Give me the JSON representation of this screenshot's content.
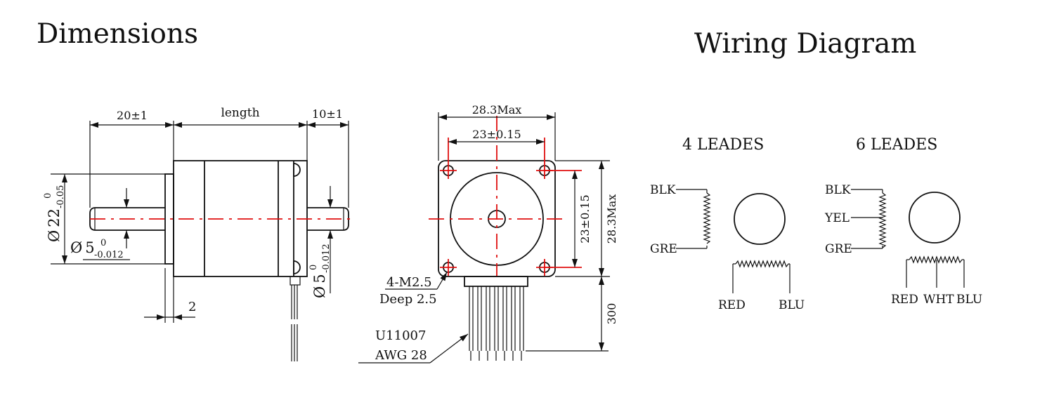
{
  "titles": {
    "dimensions": "Dimensions",
    "wiring": "Wiring Diagram"
  },
  "side_view": {
    "shaft_front": "20±1",
    "body_length": "length",
    "shaft_rear": "10±1",
    "body_diameter": "22",
    "body_diameter_tol_upper": "0",
    "body_diameter_tol_lower": "-0.05",
    "front_shaft_diameter": "5",
    "front_shaft_tol_upper": "0",
    "front_shaft_tol_lower": "-0.012",
    "rear_shaft_diameter": "5",
    "rear_shaft_tol_upper": "0",
    "rear_shaft_tol_lower": "-0.012",
    "flange_thickness": "2",
    "diameter_symbol": "Ø"
  },
  "front_view": {
    "overall_width": "28.3Max",
    "hole_spacing_horizontal": "23±0.15",
    "hole_spacing_vertical": "23±0.15",
    "overall_height": "28.3Max",
    "mount_thread": "4-M2.5",
    "mount_depth": "Deep 2.5",
    "wire_length": "300",
    "wire_type": "U11007",
    "wire_gauge": "AWG 28"
  },
  "wiring": {
    "four_lead": {
      "title": "4 LEADES",
      "labels": [
        "BLK",
        "GRE",
        "RED",
        "BLU"
      ]
    },
    "six_lead": {
      "title": "6 LEADES",
      "labels": [
        "BLK",
        "YEL",
        "GRE",
        "RED",
        "WHT",
        "BLU"
      ]
    }
  },
  "colors": {
    "line": "#111111",
    "centerline": "#e01010"
  }
}
